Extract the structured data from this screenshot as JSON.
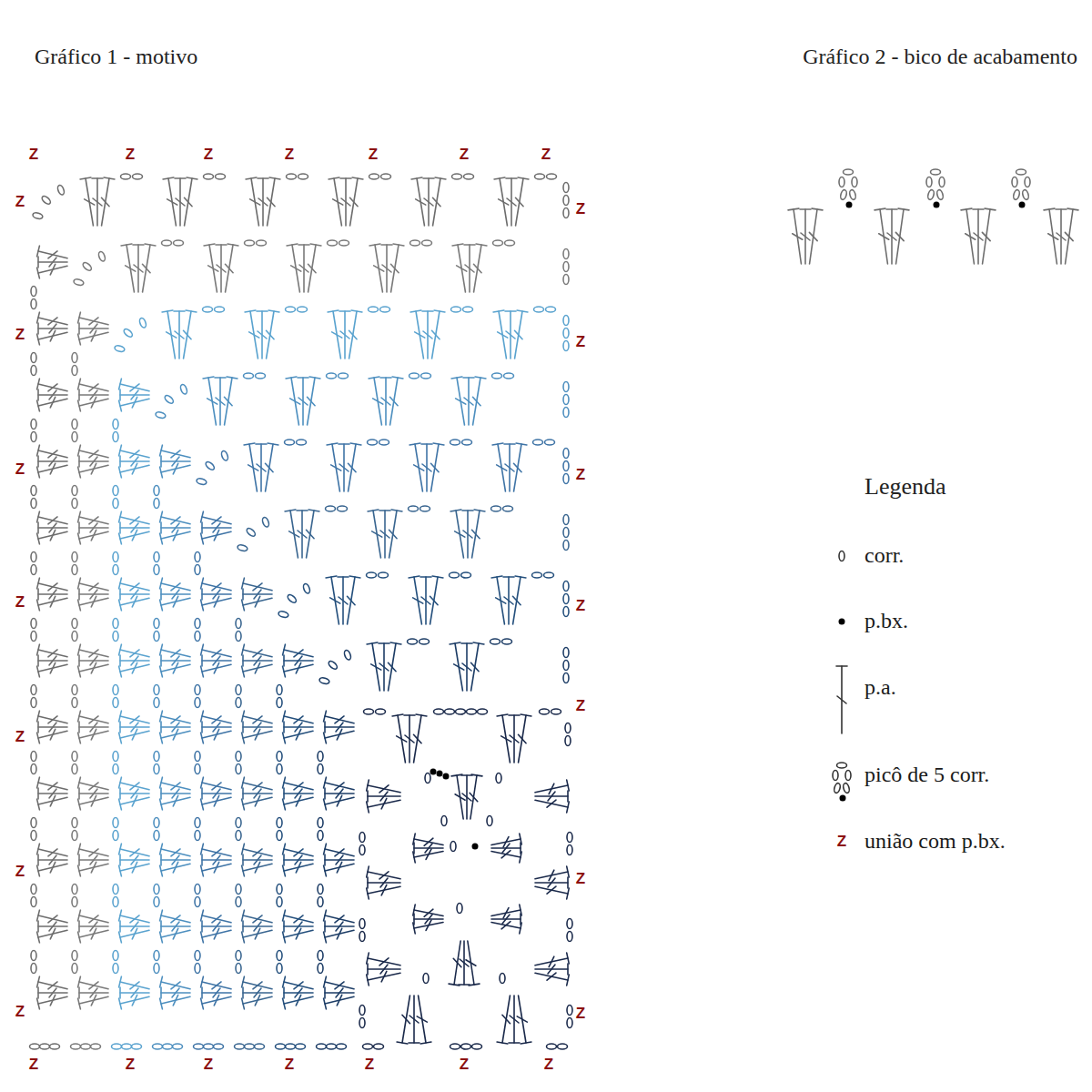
{
  "diagram": {
    "labels": [
      "Gráfico 1 - motivo",
      "Gráfico 2 - bico de acabamento",
      "Legenda",
      "Z",
      "Z",
      "Z",
      "Z",
      "Z",
      "Z",
      "Z",
      "Z",
      "Z",
      "Z",
      "Z",
      "Z",
      "Z",
      "Z",
      "Z",
      "Z",
      "Z",
      "Z",
      "Z",
      "Z",
      "Z",
      "Z",
      "Z",
      "Z",
      "Z",
      "Z",
      "Z",
      "Z",
      "Z"
    ],
    "legend": [
      {
        "text": "corr."
      },
      {
        "text": "p.bx."
      },
      {
        "text": "p.a."
      },
      {
        "text": "picô de 5 corr."
      },
      {
        "text": "união com p.bx."
      }
    ]
  }
}
